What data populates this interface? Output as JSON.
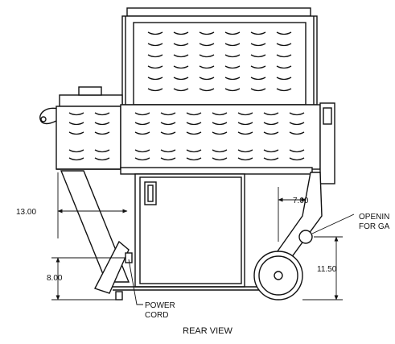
{
  "drawing": {
    "view_title": "REAR VIEW",
    "dimensions": {
      "gas_opening_offset": "7.00",
      "power_cord_offset": "13.00",
      "power_cord_height": "8.00",
      "gas_opening_height": "11.50"
    },
    "callouts": {
      "gas_opening_line1": "OPENIN",
      "gas_opening_line2": "FOR GA",
      "power_cord_line1": "POWER",
      "power_cord_line2": "CORD"
    }
  },
  "colors": {
    "line": "#111111",
    "background": "#ffffff"
  }
}
